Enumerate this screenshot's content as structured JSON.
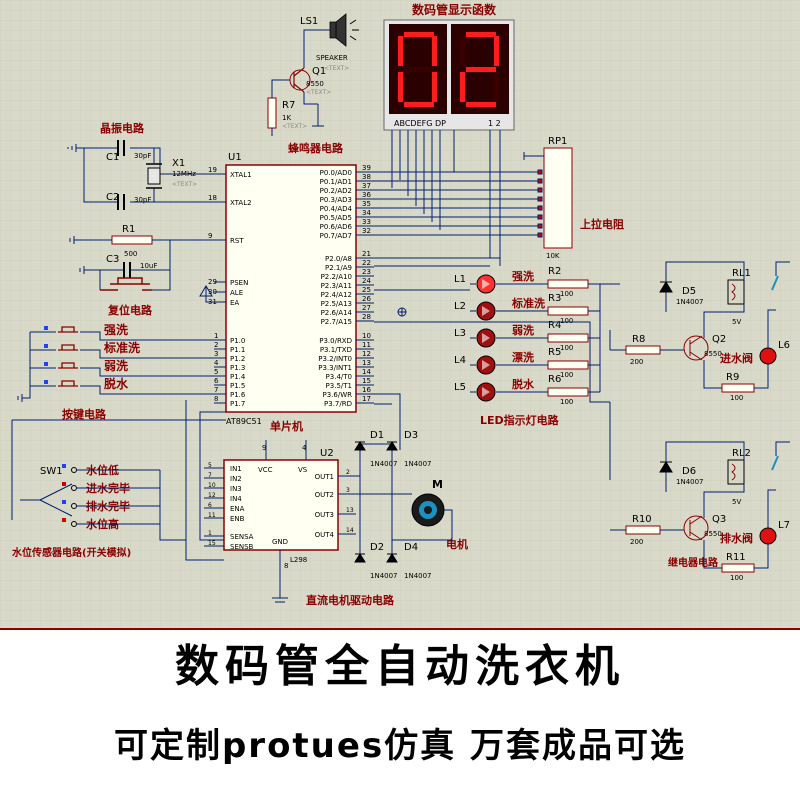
{
  "colors": {
    "background": "#d9d9c9",
    "grid": "#c6c6b6",
    "wire": "#001e6e",
    "component_red": "#8b0000",
    "chip_fill": "#fffff2",
    "label_red": "#8b0000",
    "segment_on": "#ff1c1c",
    "segment_bg": "#3a0000",
    "led_red": "#e01010",
    "text_gray": "#888888"
  },
  "sections": {
    "crystal": "晶振电路",
    "buzzer": "蜂鸣器电路",
    "display": "数码管显示函数",
    "reset": "复位电路",
    "pullup": "上拉电阻",
    "keys": "按键电路",
    "mcu": "单片机",
    "led": "LED指示灯电路",
    "water_level": "水位传感器电路(开关模拟)",
    "motor_drive": "直流电机驱动电路",
    "relay": "继电器电路",
    "motor": "电机"
  },
  "mcu": {
    "ref": "U1",
    "part": "AT89C51",
    "left_pins": [
      {
        "num": "19",
        "name": "XTAL1"
      },
      {
        "num": "18",
        "name": "XTAL2"
      },
      {
        "num": "9",
        "name": "RST"
      },
      {
        "num": "29",
        "name": "PSEN"
      },
      {
        "num": "30",
        "name": "ALE"
      },
      {
        "num": "31",
        "name": "EA"
      },
      {
        "num": "1",
        "name": "P1.0"
      },
      {
        "num": "2",
        "name": "P1.1"
      },
      {
        "num": "3",
        "name": "P1.2"
      },
      {
        "num": "4",
        "name": "P1.3"
      },
      {
        "num": "5",
        "name": "P1.4"
      },
      {
        "num": "6",
        "name": "P1.5"
      },
      {
        "num": "7",
        "name": "P1.6"
      },
      {
        "num": "8",
        "name": "P1.7"
      }
    ],
    "right_pins": [
      {
        "num": "39",
        "name": "P0.0/AD0"
      },
      {
        "num": "38",
        "name": "P0.1/AD1"
      },
      {
        "num": "37",
        "name": "P0.2/AD2"
      },
      {
        "num": "36",
        "name": "P0.3/AD3"
      },
      {
        "num": "35",
        "name": "P0.4/AD4"
      },
      {
        "num": "34",
        "name": "P0.5/AD5"
      },
      {
        "num": "33",
        "name": "P0.6/AD6"
      },
      {
        "num": "32",
        "name": "P0.7/AD7"
      },
      {
        "num": "21",
        "name": "P2.0/A8"
      },
      {
        "num": "22",
        "name": "P2.1/A9"
      },
      {
        "num": "23",
        "name": "P2.2/A10"
      },
      {
        "num": "24",
        "name": "P2.3/A11"
      },
      {
        "num": "25",
        "name": "P2.4/A12"
      },
      {
        "num": "26",
        "name": "P2.5/A13"
      },
      {
        "num": "27",
        "name": "P2.6/A14"
      },
      {
        "num": "28",
        "name": "P2.7/A15"
      },
      {
        "num": "10",
        "name": "P3.0/RXD"
      },
      {
        "num": "11",
        "name": "P3.1/TXD"
      },
      {
        "num": "12",
        "name": "P3.2/INT0"
      },
      {
        "num": "13",
        "name": "P3.3/INT1"
      },
      {
        "num": "14",
        "name": "P3.4/T0"
      },
      {
        "num": "15",
        "name": "P3.5/T1"
      },
      {
        "num": "16",
        "name": "P3.6/WR"
      },
      {
        "num": "17",
        "name": "P3.7/RD"
      }
    ]
  },
  "driver": {
    "ref": "U2",
    "part": "L298",
    "left_pins": [
      {
        "num": "5",
        "name": "IN1"
      },
      {
        "num": "7",
        "name": "IN2"
      },
      {
        "num": "10",
        "name": "IN3"
      },
      {
        "num": "12",
        "name": "IN4"
      },
      {
        "num": "6",
        "name": "ENA"
      },
      {
        "num": "11",
        "name": "ENB"
      },
      {
        "num": "1",
        "name": "SENSA"
      },
      {
        "num": "15",
        "name": "SENSB"
      }
    ],
    "right_pins": [
      {
        "num": "2",
        "name": "OUT1"
      },
      {
        "num": "3",
        "name": "OUT2"
      },
      {
        "num": "13",
        "name": "OUT3"
      },
      {
        "num": "14",
        "name": "OUT4"
      }
    ],
    "top_pins": [
      {
        "num": "9",
        "name": "VCC"
      },
      {
        "num": "4",
        "name": "VS"
      }
    ],
    "bottom_pin": {
      "num": "8",
      "name": "GND"
    }
  },
  "display": {
    "digits": "02",
    "segment_label": "ABCDEFG DP",
    "digit_label": "1 2"
  },
  "components": {
    "ls1": "LS1",
    "speaker": "SPEAKER",
    "q1": "Q1",
    "q1_part": "8550",
    "r7": "R7",
    "r7_value": "1K",
    "c1": "C1",
    "c1_value": "30pF",
    "c2": "C2",
    "c2_value": "30pF",
    "x1": "X1",
    "x1_value": "12MHz",
    "r1": "R1",
    "r1_value": "500",
    "c3": "C3",
    "c3_value": "10uF",
    "rp1": "RP1",
    "rp1_value": "10K",
    "sw1": "SW1",
    "d1": "D1",
    "d2": "D2",
    "d3": "D3",
    "d4": "D4",
    "diode_part": "1N4007",
    "d5": "D5",
    "d6": "D6",
    "rl1": "RL1",
    "rl2": "RL2",
    "relay_value": "5V",
    "q2": "Q2",
    "q3": "Q3",
    "q_part": "8550",
    "r8": "R8",
    "r8_value": "200",
    "r9": "R9",
    "r9_value": "100",
    "r10": "R10",
    "r10_value": "200",
    "r11": "R11",
    "r11_value": "100",
    "l6": "L6",
    "l7": "L7",
    "motor_symbol": "M",
    "text_placeholder": "<TEXT>"
  },
  "keys": [
    "强洗",
    "标准洗",
    "弱洗",
    "脱水"
  ],
  "leds": [
    {
      "ref": "L1",
      "label": "强洗",
      "res": "R2",
      "value": "100"
    },
    {
      "ref": "L2",
      "label": "标准洗",
      "res": "R3",
      "value": "100"
    },
    {
      "ref": "L3",
      "label": "弱洗",
      "res": "R4",
      "value": "100"
    },
    {
      "ref": "L4",
      "label": "漂洗",
      "res": "R5",
      "value": "100"
    },
    {
      "ref": "L5",
      "label": "脱水",
      "res": "R6",
      "value": "100"
    }
  ],
  "water_switch": [
    "水位低",
    "进水完毕",
    "排水完毕",
    "水位高"
  ],
  "valves": {
    "inlet": "进水阀",
    "drain": "排水阀"
  },
  "banner": {
    "line1": "数码管全自动洗衣机",
    "line2": "可定制protues仿真 万套成品可选"
  }
}
